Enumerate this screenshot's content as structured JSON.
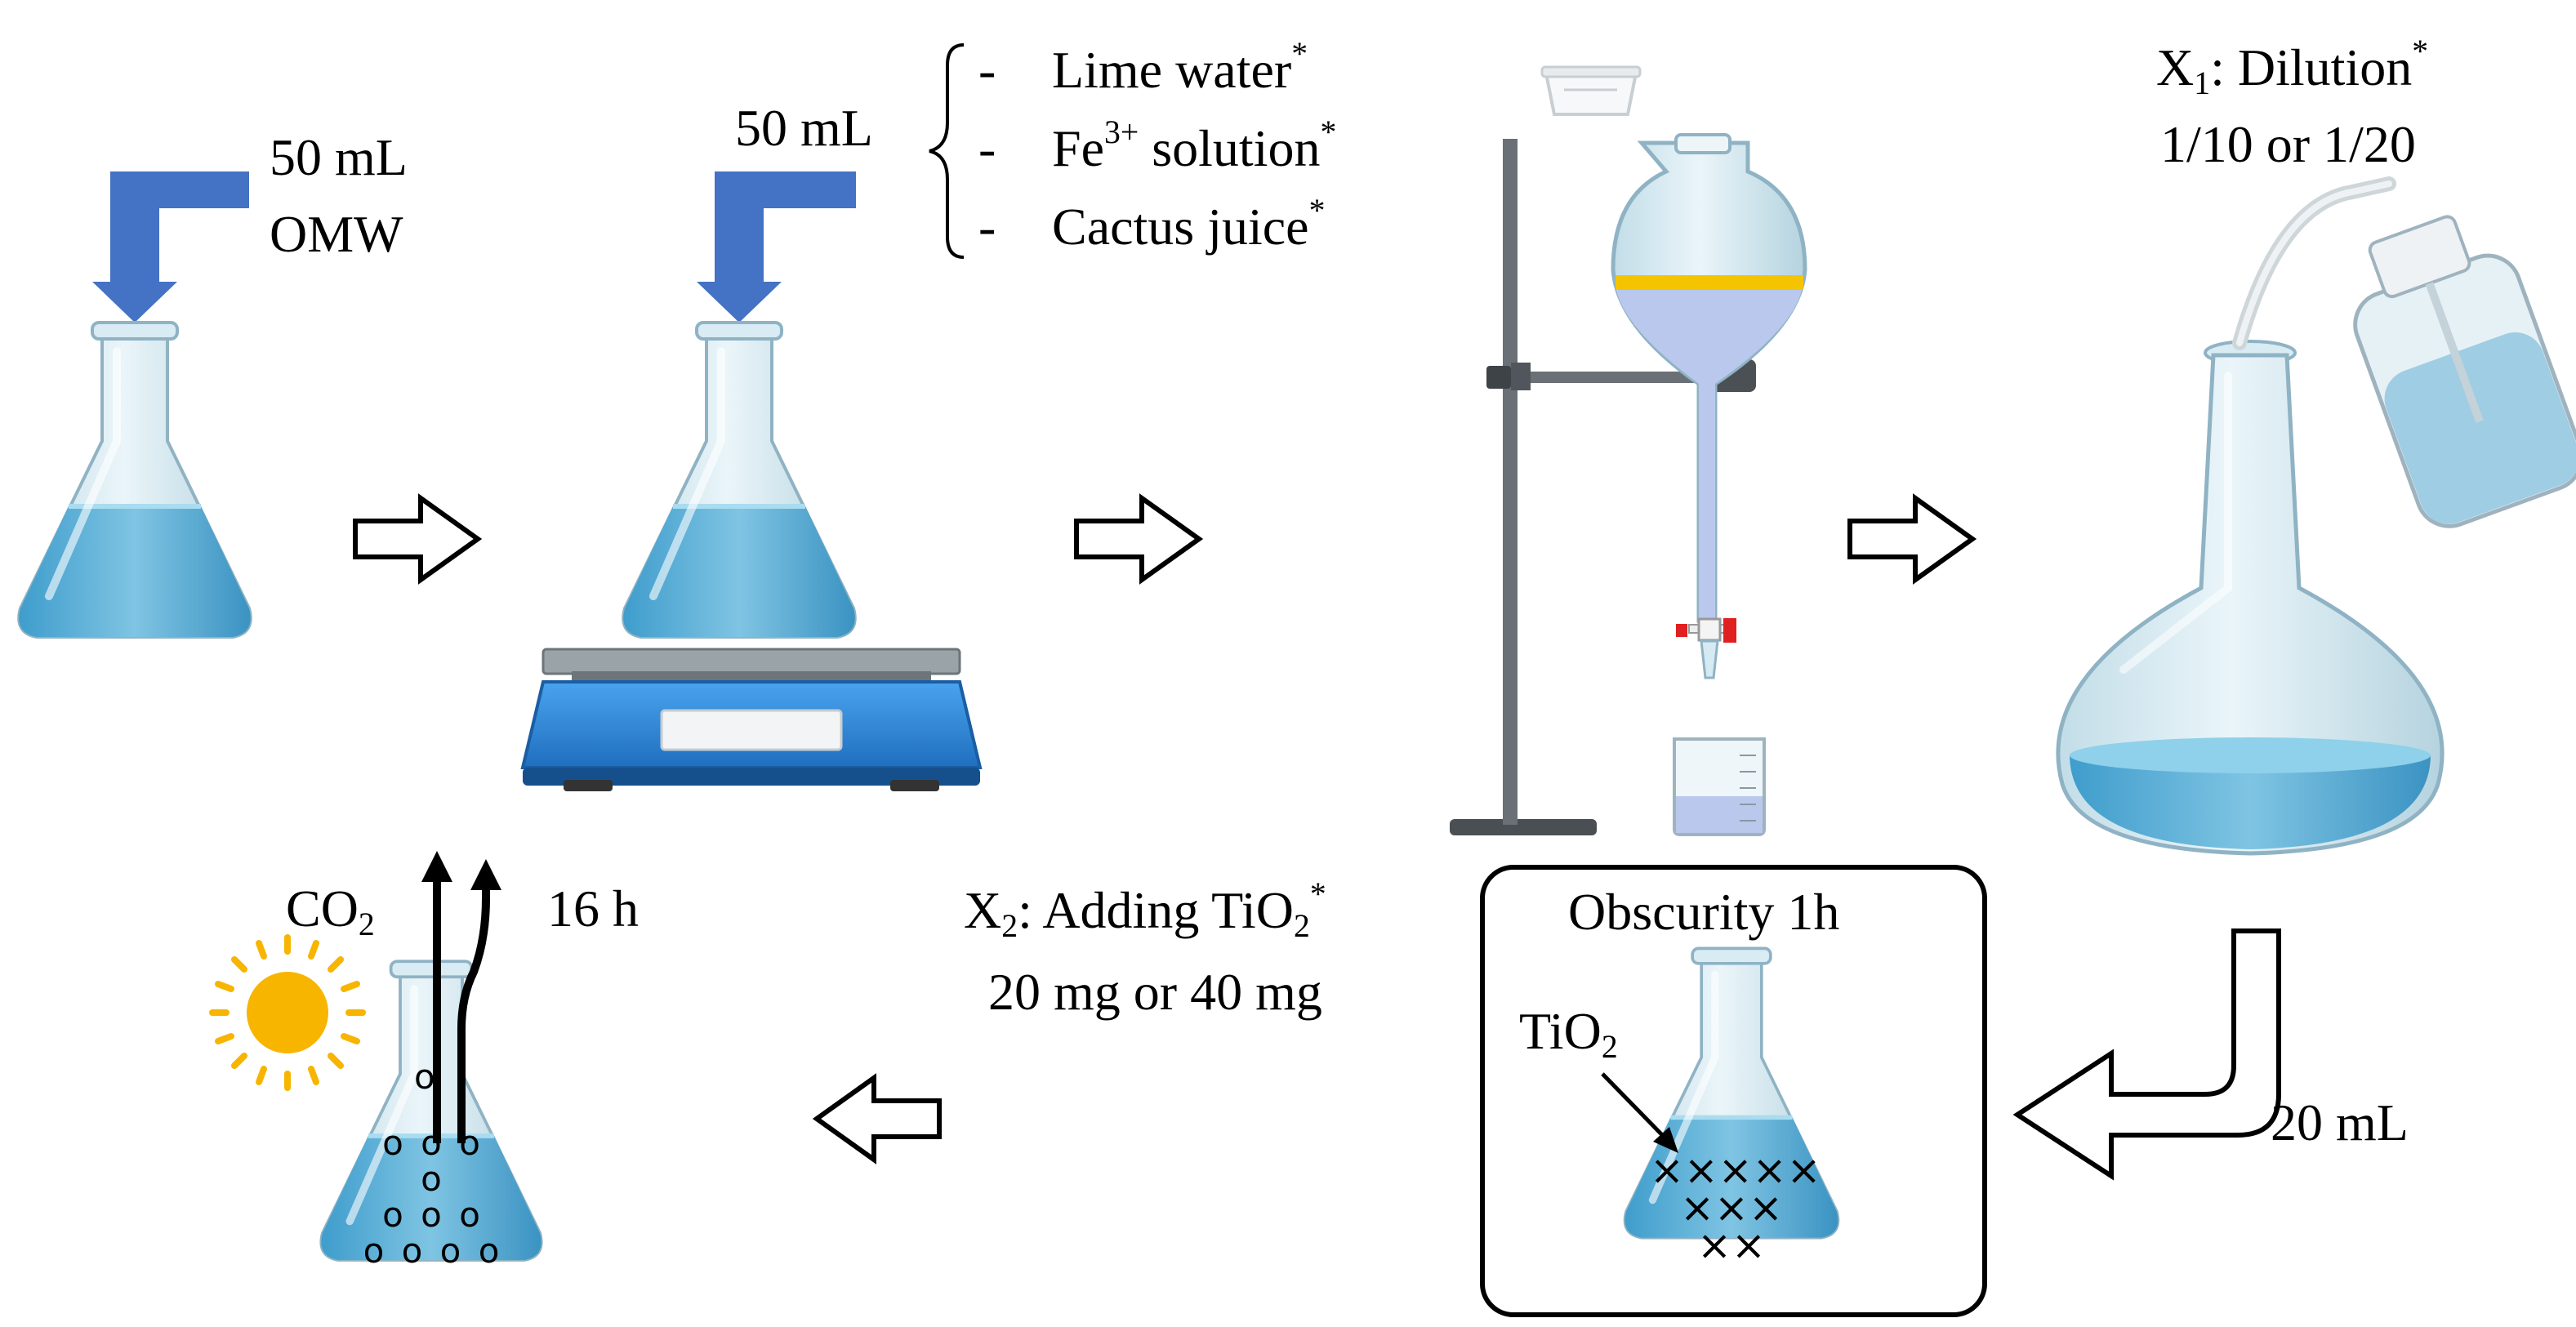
{
  "step1": {
    "volume": "50 mL",
    "sample": "OMW"
  },
  "step2": {
    "volume": "50 mL",
    "reagents": [
      {
        "text": "Lime water",
        "mark": "*"
      },
      {
        "text": "Fe",
        "ion": "3+",
        "rest": " solution",
        "mark": "*"
      },
      {
        "text": "Cactus juice",
        "mark": "*"
      }
    ],
    "list_marker": "-"
  },
  "step4": {
    "var": "X",
    "var_sub": "1",
    "text": ": Dilution",
    "mark": "*",
    "ratio": "1/10 or 1/20"
  },
  "step5": {
    "volume": "20 mL",
    "box_title": "Obscurity 1h",
    "catalyst": "TiO",
    "catalyst_sub": "2",
    "particles": [
      "×××××",
      "×××",
      "××"
    ]
  },
  "step6": {
    "var": "X",
    "var_sub": "2",
    "text": ": Adding TiO",
    "text_sub": "2",
    "mark": "*",
    "amount": "20 mg or 40 mg"
  },
  "step7": {
    "gas": "CO",
    "gas_sub": "2",
    "time": "16 h",
    "bubble": "o",
    "bubble_rows": [
      "o o o",
      "o",
      "o o o",
      "o o o o"
    ]
  },
  "icons": [
    "down-arrow-icon",
    "flask-icon",
    "balance-icon",
    "funnel-stand-icon",
    "beaker-icon",
    "wash-bottle-icon",
    "volumetric-flask-icon",
    "sun-icon",
    "outline-arrow-icon"
  ],
  "colors": {
    "arrow_blue": "#4472C4",
    "liquid": "#5FB0D8",
    "glass": "#D5EAF2",
    "scale_blue": "#2E86D6",
    "sun": "#F7B500",
    "organic_layer": "#F5C400"
  }
}
